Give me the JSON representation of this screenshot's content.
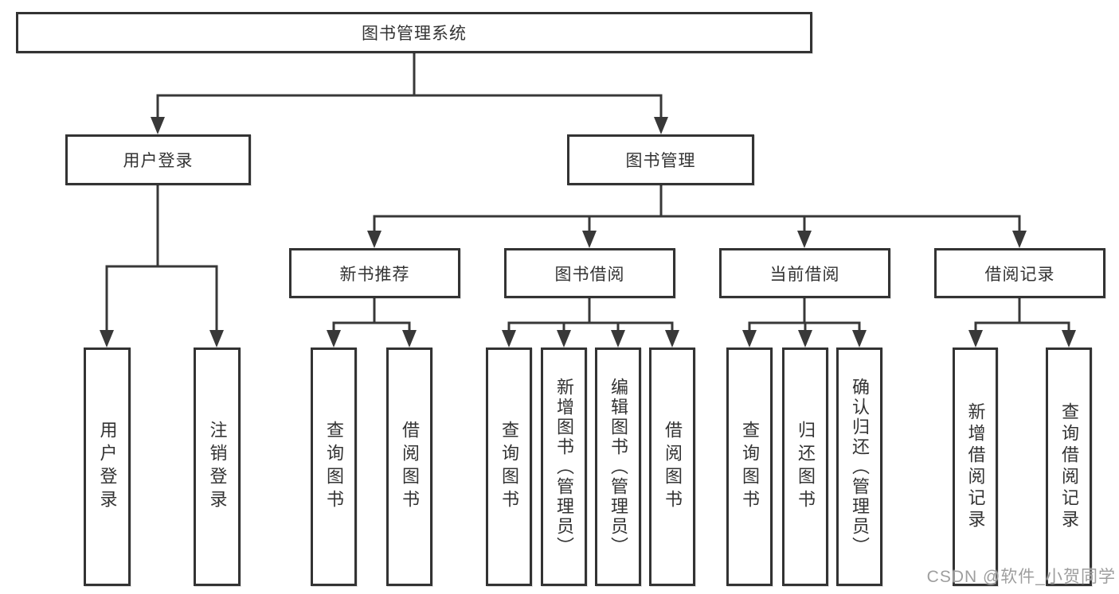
{
  "tree": {
    "root": "图书管理系统",
    "children": [
      {
        "label": "用户登录",
        "children": [
          "用户登录",
          "注销登录"
        ]
      },
      {
        "label": "图书管理",
        "children": [
          {
            "label": "新书推荐",
            "children": [
              "查询图书",
              "借阅图书"
            ]
          },
          {
            "label": "图书借阅",
            "children": [
              "查询图书",
              "新增图书（管理员）",
              "编辑图书（管理员）",
              "借阅图书"
            ]
          },
          {
            "label": "当前借阅",
            "children": [
              "查询图书",
              "归还图书",
              "确认归还（管理员）"
            ]
          },
          {
            "label": "借阅记录",
            "children": [
              "新增借阅记录",
              "查询借阅记录"
            ]
          }
        ]
      }
    ]
  },
  "watermark": {
    "text": "CSDN @软件_小贺同学"
  },
  "colors": {
    "line": "#383838",
    "border": "#333333",
    "text": "#333333",
    "watermark": "#9e9e9e",
    "background": "#ffffff"
  }
}
